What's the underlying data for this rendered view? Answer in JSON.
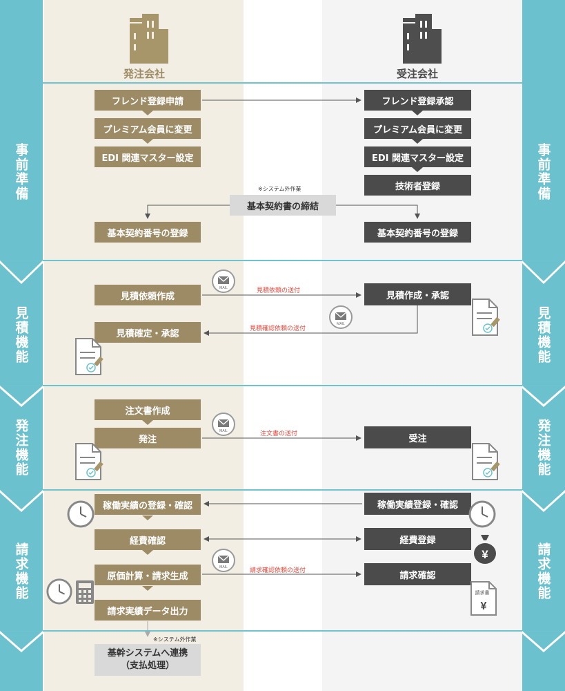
{
  "companies": {
    "client": "発注会社",
    "vendor": "受注会社"
  },
  "sections": [
    {
      "label": "事前準備"
    },
    {
      "label": "見積機能"
    },
    {
      "label": "発注機能"
    },
    {
      "label": "請求機能"
    },
    {
      "label": ""
    }
  ],
  "client_boxes": {
    "friend_request": "フレンド登録申請",
    "premium": "プレミアム会員に変更",
    "edi_master": "EDI 関連マスター設定",
    "contract_number": "基本契約番号の登録",
    "estimate_request": "見積依頼作成",
    "estimate_confirm": "見積確定・承認",
    "purchase_order": "注文書作成",
    "order": "発注",
    "work_record": "稼働実績の登録・確認",
    "expense_confirm": "経費確認",
    "cost_calc": "原価計算・請求生成",
    "invoice_output": "請求実績データ出力"
  },
  "vendor_boxes": {
    "friend_approve": "フレンド登録承認",
    "premium": "プレミアム会員に変更",
    "edi_master": "EDI 関連マスター設定",
    "engineer": "技術者登録",
    "contract_number": "基本契約番号の登録",
    "estimate_create": "見積作成・承認",
    "receive_order": "受注",
    "work_record": "稼働実績登録・確認",
    "expense_register": "経費登録",
    "invoice_confirm": "請求確認"
  },
  "center": {
    "outside_note_1": "※システム外作業",
    "contract": "基本契約書の締結",
    "outside_note_2": "※システム外作業",
    "core_line1": "基幹システムへ連携",
    "core_line2": "（支払処理）"
  },
  "arrow_labels": {
    "estimate_request_send": "見積依頼の送付",
    "estimate_confirm_send": "見積確認依頼の送付",
    "order_send": "注文書の送付",
    "invoice_confirm_send": "請求確認依頼の送付"
  },
  "icon_text": {
    "mail": "MAIL",
    "invoice_doc": "請求書",
    "yen": "¥"
  },
  "icons": [
    "building-icon",
    "mail-icon",
    "document-stamp-icon",
    "clock-icon",
    "money-bag-icon",
    "calculator-icon",
    "invoice-icon"
  ],
  "colors": {
    "teal": "#6bc1cd",
    "client_box": "#9d8b66",
    "vendor_box": "#4b4b4b",
    "client_bg": "#f3eee4",
    "vendor_bg": "#f4f4f4",
    "arrow_red": "#e0463a"
  }
}
